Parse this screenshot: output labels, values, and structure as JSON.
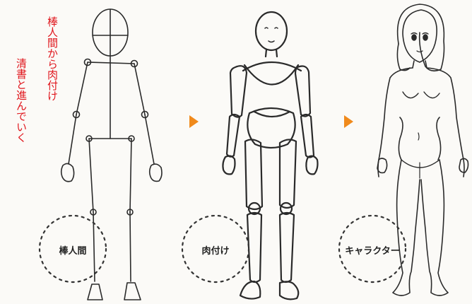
{
  "annotation": {
    "line1": "棒人間から肉付け",
    "line2": "清書と進んでいく",
    "color": "#e0161d"
  },
  "stages": [
    {
      "label": "棒人間"
    },
    {
      "label": "肉付け"
    },
    {
      "label": "キャラクター"
    }
  ],
  "arrow_color": "#f08a1c"
}
